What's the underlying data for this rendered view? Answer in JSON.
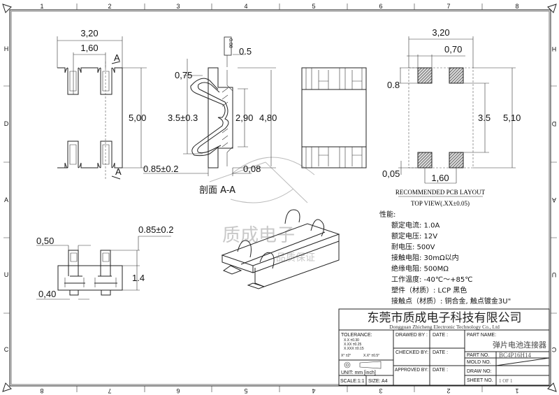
{
  "frame": {
    "top_columns": [
      "1",
      "2",
      "3",
      "4",
      "5",
      "6",
      "7",
      "8"
    ],
    "bottom_columns": [
      "8",
      "7",
      "6",
      "5",
      "4",
      "3",
      "2",
      "1"
    ],
    "rows": [
      "H",
      "D",
      "A",
      "U",
      "C"
    ]
  },
  "top_view": {
    "width": "3,20",
    "pitch": "1,60",
    "height": "5,00",
    "section_mark": "A"
  },
  "section_view": {
    "flatness": "0.08",
    "d1": "0.5",
    "d2": "0,75",
    "d3": "3.5±0.3",
    "d4": "2,90",
    "d5": "4,80",
    "d6": "0.85±0.2",
    "d7": "0,08",
    "label": "剖面 A-A"
  },
  "pcb_layout": {
    "width": "3,20",
    "pad_width": "0,70",
    "pad_height": "0.8",
    "pad_gap": "3.5",
    "total": "5,10",
    "offset": "0,05",
    "pitch": "1,60",
    "title": "RECOMMENDED PCB LAYOUT",
    "subtitle": "TOP VIEW(.XX±0.05)"
  },
  "side_view": {
    "d1": "0,50",
    "d2": "0.85±0.2",
    "d3": "1.4",
    "d4": "0,40"
  },
  "watermark": {
    "line1": "质成电子",
    "line2": "品质保证"
  },
  "specs": {
    "heading": "性能:",
    "items": [
      "额定电流: 1.0A",
      "额定电压: 12V",
      "耐电压: 500V",
      "接触电阻: 30mΩ以内",
      "绝缘电阻: 500MΩ",
      "工作温度: -40℃～+85℃",
      "塑件（材质）: LCP 黑色",
      "接触点（材质）: 铜合金, 触点镀金3U\""
    ]
  },
  "title_block": {
    "company_cn": "东莞市质成电子科技有限公司",
    "company_en": "Dongguan Zhicheng Electronic Technology Co., Ltd",
    "tolerance_label": "TOLERANCE:",
    "tolerances": [
      "X.X    ±0.30",
      "X.XX   ±0.25",
      "X.XXX  ±0.15"
    ],
    "angles": [
      "X°  ±2°",
      "X.X°  ±0.5°"
    ],
    "unit": "UNIT:  mm  [inch]",
    "scale": "SCALE:1:1",
    "size": "SIZE: A4",
    "drawed_by": "DRAWED BY :",
    "checked_by": "CHECKED BY:",
    "approved_by": "APPROVED BY:",
    "date": "DATE :",
    "part_name_label": "PART NAME:",
    "part_name": "弹片电池连接器",
    "part_no_label": "PART NO.",
    "part_no": "BC4P16H14",
    "mold_no_label": "MOLD NO.",
    "draw_no_label": "DRAW NO:",
    "sheet_no_label": "SHEET NO.",
    "sheet_no": "1 OF 1"
  }
}
